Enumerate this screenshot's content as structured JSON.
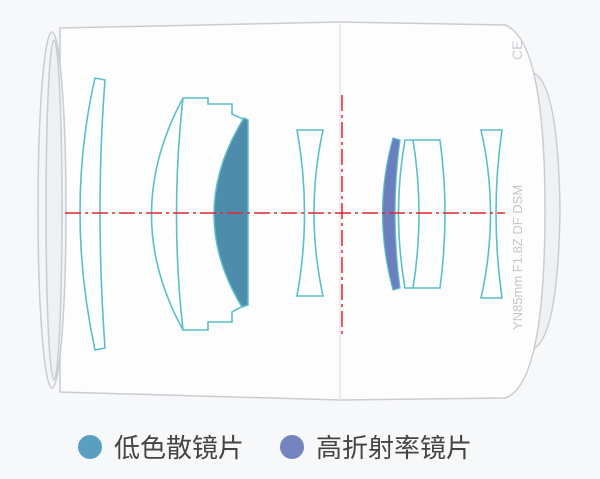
{
  "barrel_text": "YN85mm F1.8Z DF DSM",
  "ce_mark": "CE",
  "legend": [
    {
      "label": "低色散镜片",
      "color": "#5a9fc1"
    },
    {
      "label": "高折射率镜片",
      "color": "#7283bd"
    }
  ],
  "colors": {
    "outline": "#5bbfc9",
    "axis": "#e0262b",
    "low_dispersion_fill": "#4d8dab",
    "high_index_fill": "#6b7fbf"
  }
}
